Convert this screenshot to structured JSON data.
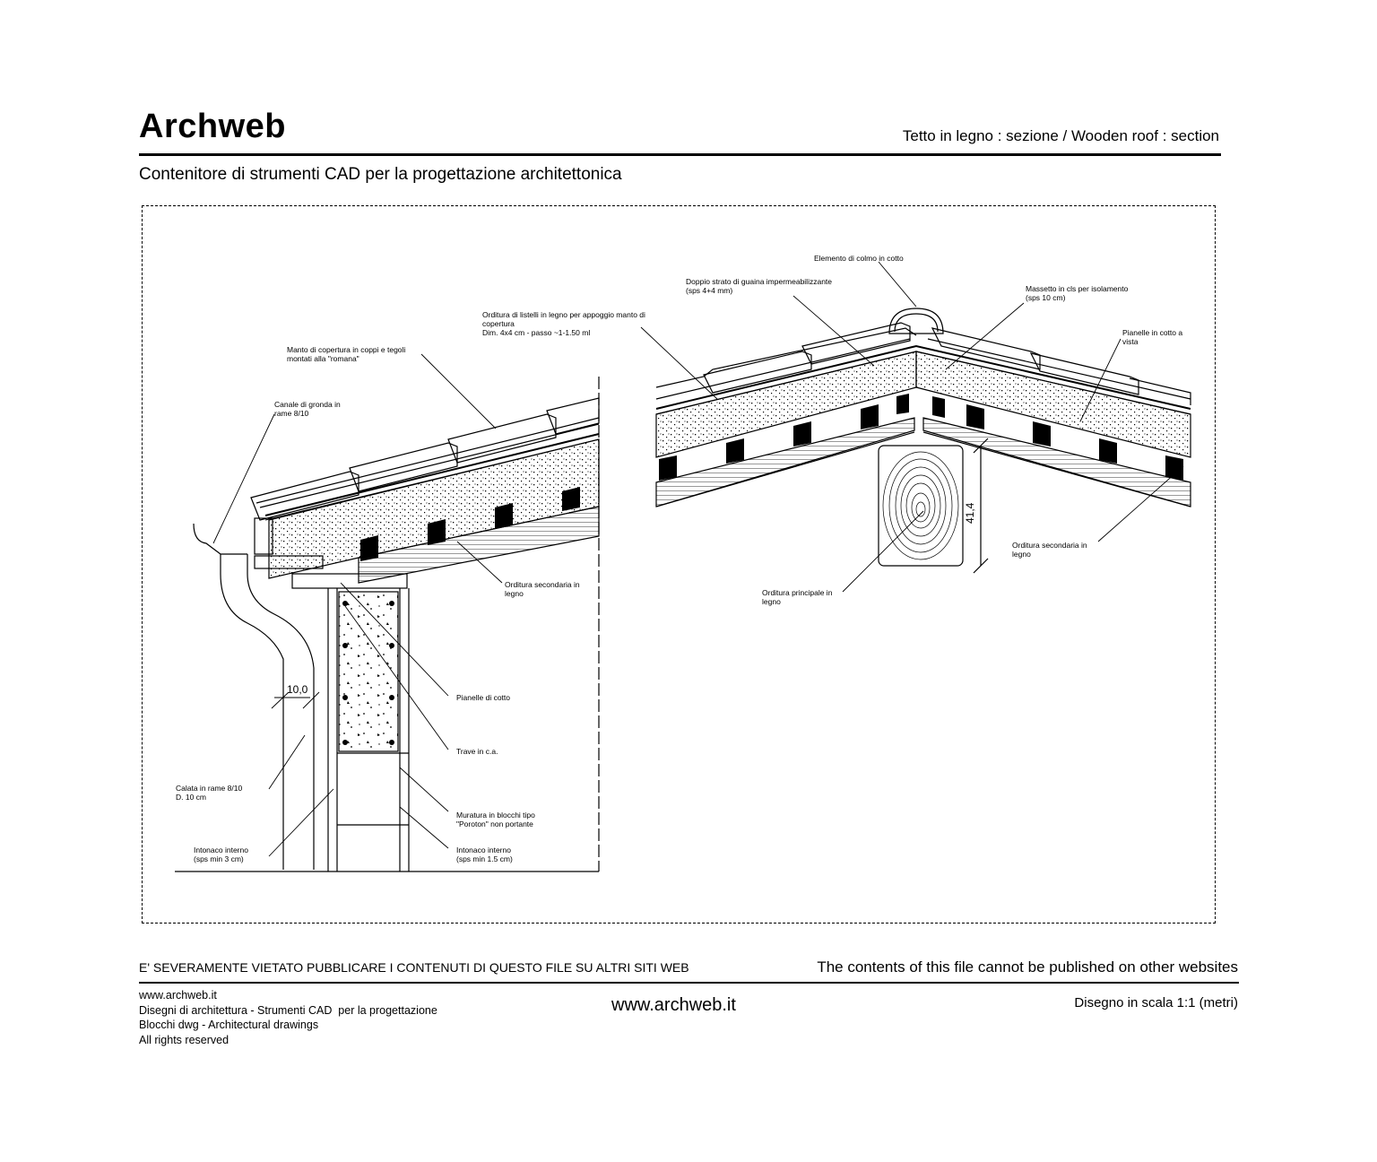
{
  "header": {
    "logo_text": "Archweb",
    "drawing_title": "Tetto in legno : sezione  /  Wooden roof : section",
    "subtitle": "Contenitore di strumenti CAD per la progettazione architettonica"
  },
  "drawing": {
    "left_detail": {
      "labels": {
        "orditura_listelli": "Orditura di listelli in legno per appoggio manto di\ncopertura\nDim. 4x4 cm - passo ~1-1.50 ml",
        "manto": "Manto di copertura in coppi e tegoli\nmontati alla \"romana\"",
        "canale": "Canale di gronda in\nrame 8/10",
        "orditura_secondaria": "Orditura secondaria in\nlegno",
        "pianelle": "Pianelle di cotto",
        "trave": "Trave in c.a.",
        "calata": "Calata in rame 8/10\nD. 10 cm",
        "muratura": "Muratura in blocchi tipo\n\"Poroton\" non portante",
        "intonaco_left": "Intonaco interno\n(sps min 3 cm)",
        "intonaco_right": "Intonaco interno\n(sps min 1.5 cm)"
      },
      "dimension": "10,0"
    },
    "right_detail": {
      "labels": {
        "colmo": "Elemento di colmo in cotto",
        "guaina": "Doppio strato di guaina impermeabilizzante\n(sps 4+4 mm)",
        "massetto": "Massetto in cls per isolamento\n(sps 10 cm)",
        "pianelle_vista": "Pianelle in cotto a\nvista",
        "orditura_secondaria": "Orditura secondaria in\nlegno",
        "orditura_principale": "Orditura principale in\nlegno"
      },
      "dimension": "41,4"
    }
  },
  "footer": {
    "warning_it": "E' SEVERAMENTE VIETATO PUBBLICARE I CONTENUTI DI QUESTO FILE SU ALTRI SITI WEB",
    "warning_en": "The contents of this file cannot be published on other websites",
    "credits": "www.archweb.it\nDisegni di architettura - Strumenti CAD  per la progettazione\nBlocchi dwg - Architectural drawings\nAll rights reserved",
    "website": "www.archweb.it",
    "scale": "Disegno in scala 1:1 (metri)"
  }
}
